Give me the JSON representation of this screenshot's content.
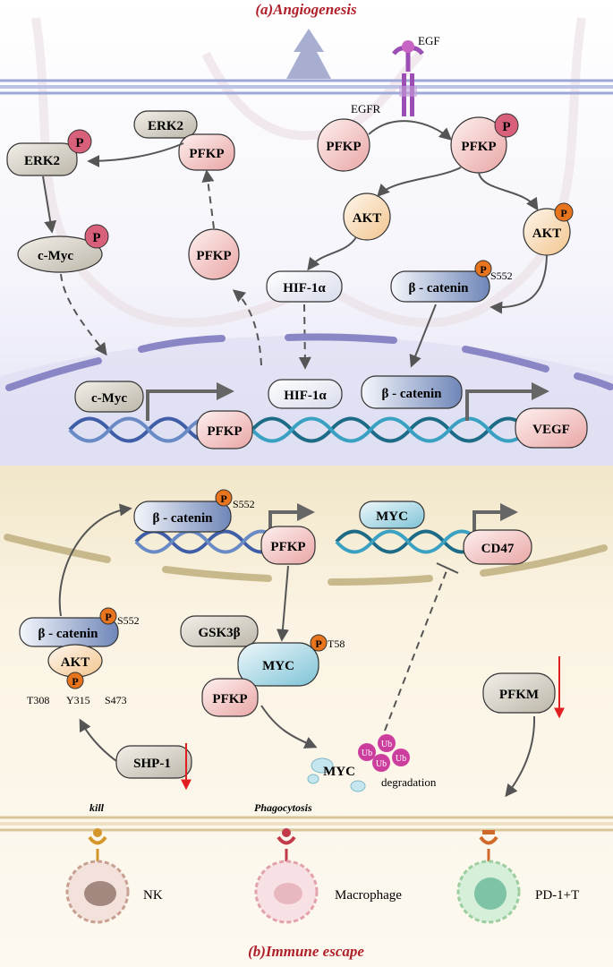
{
  "titles": {
    "a": "(a)Angiogenesis",
    "b": "(b)Immune escape"
  },
  "membrane": {
    "egf": "EGF",
    "egfr": "EGFR"
  },
  "top": {
    "erk2": "ERK2",
    "erk2_p": "ERK2",
    "pfkp_1": "PFKP",
    "p": "P",
    "cmyc": "c-Myc",
    "pfkp_mid": "PFKP",
    "pfkp_egfr": "PFKP",
    "pfkp_p": "PFKP",
    "akt_left": "AKT",
    "akt_right": "AKT",
    "hif": "HIF-1α",
    "bcat": "β - catenin",
    "s552": "S552"
  },
  "nucleus_top": {
    "cmyc": "c-Myc",
    "pfkp": "PFKP",
    "hif": "HIF-1α",
    "bcat": "β - catenin",
    "vegf": "VEGF"
  },
  "bottom": {
    "bcat_dna": "β - catenin",
    "s552_a": "S552",
    "pfkp_dna": "PFKP",
    "myc_dna": "MYC",
    "cd47": "CD47",
    "bcat_left": "β - catenin",
    "s552_b": "S552",
    "akt": "AKT",
    "t308": "T308",
    "y315": "Y315",
    "s473": "S473",
    "gsk": "GSK3β",
    "myc": "MYC",
    "t58": "T58",
    "pfkp_low": "PFKP",
    "myc_deg": "MYC",
    "ub": "Ub",
    "degradation": "degradation",
    "shp1": "SHP-1",
    "pfkm": "PFKM"
  },
  "cells": {
    "kill": "kill",
    "phago": "Phagocytosis",
    "nk": "NK",
    "macrophage": "Macrophage",
    "pdt": "PD-1+T"
  },
  "colors": {
    "title": "#b0202a",
    "p_pink": "#d9607a",
    "p_orange": "#e8751e",
    "arrow_down": "#e02020"
  }
}
